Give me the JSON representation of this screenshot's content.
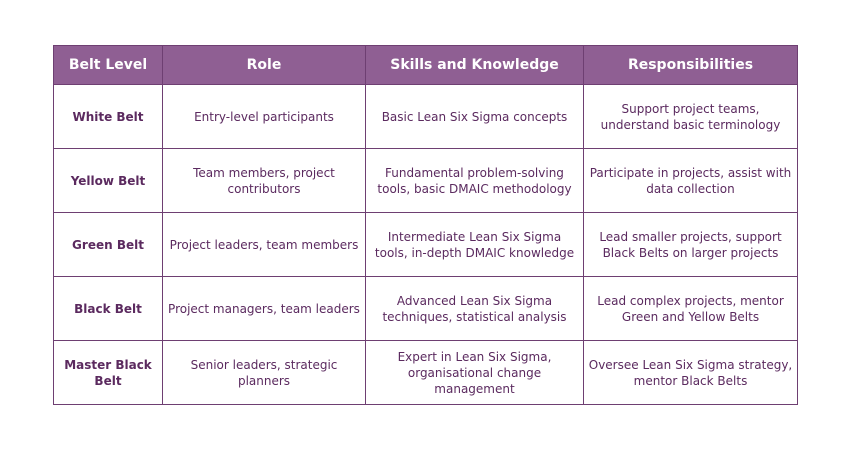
{
  "table": {
    "headers": [
      "Belt Level",
      "Role",
      "Skills and Knowledge",
      "Responsibilities"
    ],
    "rows": [
      {
        "level": "White Belt",
        "role": "Entry-level participants",
        "skills": "Basic Lean Six Sigma concepts",
        "responsibilities": "Support project teams, understand basic terminology"
      },
      {
        "level": "Yellow Belt",
        "role": "Team members, project contributors",
        "skills": "Fundamental problem-solving tools, basic DMAIC methodology",
        "responsibilities": "Participate in projects, assist with data collection"
      },
      {
        "level": "Green Belt",
        "role": "Project leaders, team members",
        "skills": "Intermediate Lean Six Sigma tools, in-depth DMAIC knowledge",
        "responsibilities": "Lead smaller projects, support Black Belts on larger projects"
      },
      {
        "level": "Black Belt",
        "role": "Project managers, team leaders",
        "skills": "Advanced Lean Six Sigma techniques, statistical analysis",
        "responsibilities": "Lead complex projects, mentor Green and Yellow Belts"
      },
      {
        "level": "Master Black Belt",
        "role": "Senior leaders, strategic planners",
        "skills": "Expert in Lean Six Sigma, organisational change management",
        "responsibilities": "Oversee Lean Six Sigma strategy, mentor Black Belts"
      }
    ]
  },
  "colors": {
    "header_background": "#8f5f93",
    "header_text": "#ffffff",
    "cell_text": "#5b2a5f",
    "border": "#6e3f72"
  }
}
